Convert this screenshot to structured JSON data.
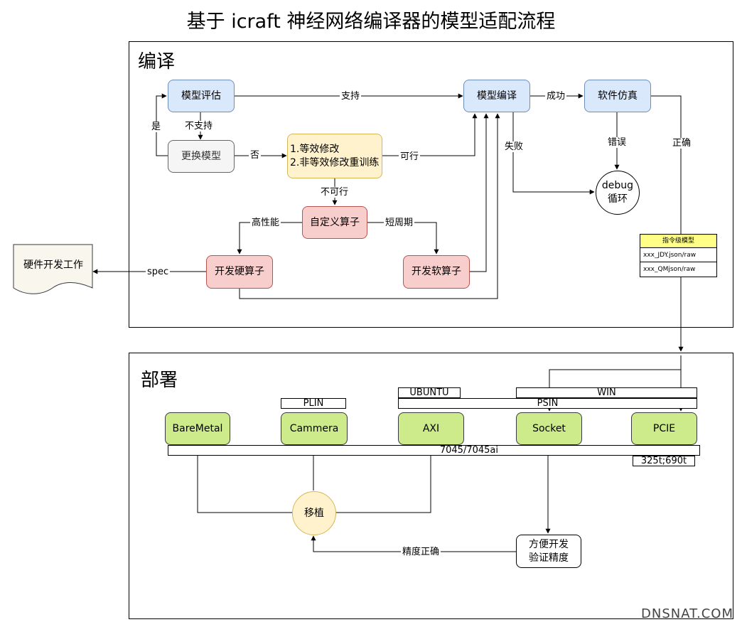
{
  "title": "基于 icraft 神经网络编译器的模型适配流程",
  "compile": {
    "title": "编译",
    "nodes": {
      "model_eval": "模型评估",
      "replace_model": "更换模型",
      "modify_line1": "1.等效修改",
      "modify_line2": "2.非等效修改重训练",
      "custom_op": "自定义算子",
      "dev_hw_op": "开发硬算子",
      "dev_sw_op": "开发软算子",
      "model_compile": "模型编译",
      "sw_sim": "软件仿真",
      "debug_line1": "debug",
      "debug_line2": "循环"
    },
    "edge_labels": {
      "support": "支持",
      "not_support": "不支持",
      "yes": "是",
      "no": "否",
      "feasible": "可行",
      "infeasible": "不可行",
      "high_perf": "高性能",
      "short_cycle": "短周期",
      "spec": "spec",
      "success": "成功",
      "fail": "失败",
      "error": "错误",
      "correct": "正确"
    },
    "hw_work": "硬件开发工作",
    "instr_table": {
      "header": "指令级模型",
      "rows": [
        "xxx_JDY.json/raw",
        "xxx_QMjson/raw"
      ]
    }
  },
  "deploy": {
    "title": "部署",
    "targets": [
      "BareMetal",
      "Cammera",
      "AXI",
      "Socket",
      "PCIE"
    ],
    "bars": {
      "plin": "PLIN",
      "ubuntu": "UBUNTU",
      "win": "WIN",
      "psin": "PSIN",
      "chip": "7045/7045ai",
      "chip2": "325t;690t"
    },
    "port": "移植",
    "verify_line1": "方便开发",
    "verify_line2": "验证精度",
    "accuracy_ok": "精度正确"
  },
  "watermark": "DNSNAT.COM",
  "colors": {
    "blue_fill": "#dae8fc",
    "gray_fill": "#f5f5f5",
    "yellow_fill": "#fff2cc",
    "red_fill": "#f8cecc",
    "green_fill": "#cdeb8b"
  }
}
